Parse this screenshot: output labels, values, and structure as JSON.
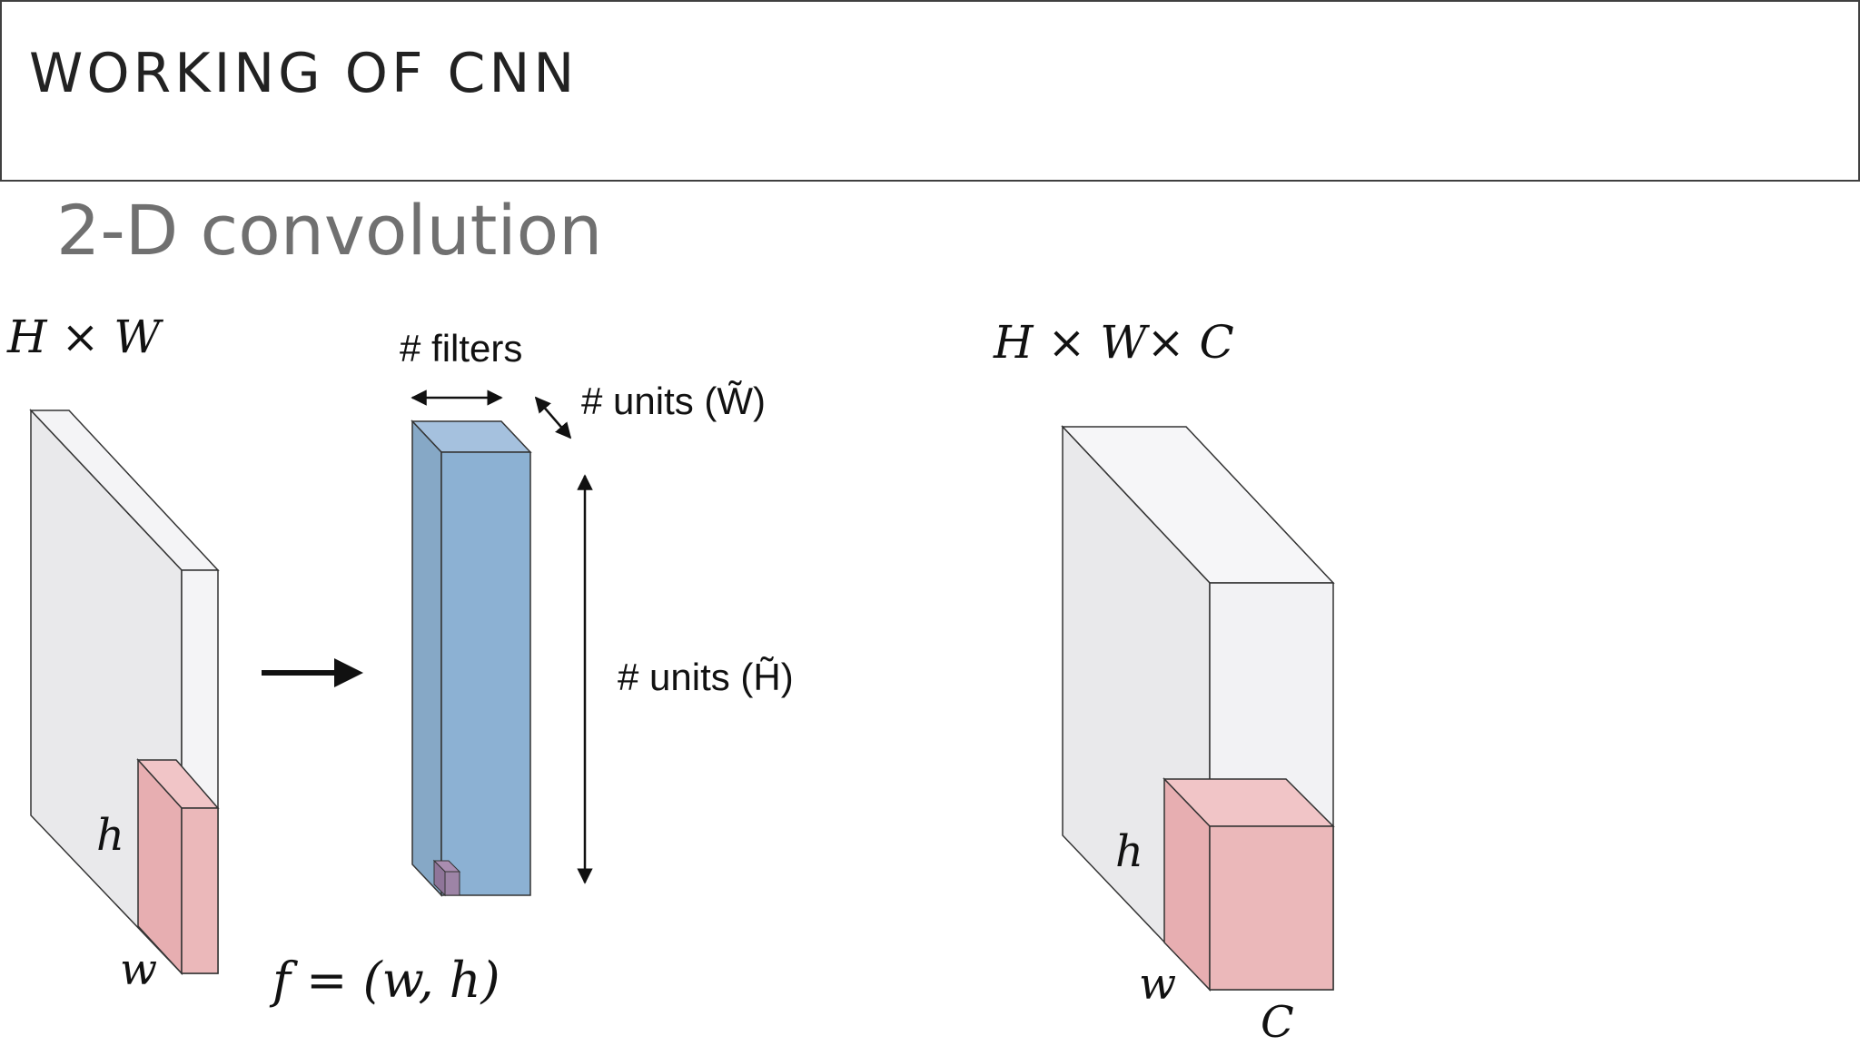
{
  "slide": {
    "title": "WORKING OF CNN",
    "subtitle": "2-D convolution"
  },
  "left_diagram": {
    "input_dims": "H × W",
    "filter_h": "h",
    "filter_w": "w",
    "formula": "f = (w, h)",
    "filters_label": "# filters",
    "units_w_label": "# units (W̃)",
    "units_h_label": "# units (H̃)"
  },
  "right_diagram": {
    "input_dims": "H × W× C",
    "filter_h": "h",
    "filter_w": "w",
    "filter_c": "C"
  },
  "colors": {
    "slab_front": "#e9e9eb",
    "slab_side": "#f4f4f6",
    "filter_pink": "#ebb8ba",
    "output_blue": "#8cb1d3",
    "output_blue_dark": "#86a8c6",
    "output_blue_top": "#a5c1de",
    "edge": "#333333",
    "subtitle_gray": "#707070"
  }
}
